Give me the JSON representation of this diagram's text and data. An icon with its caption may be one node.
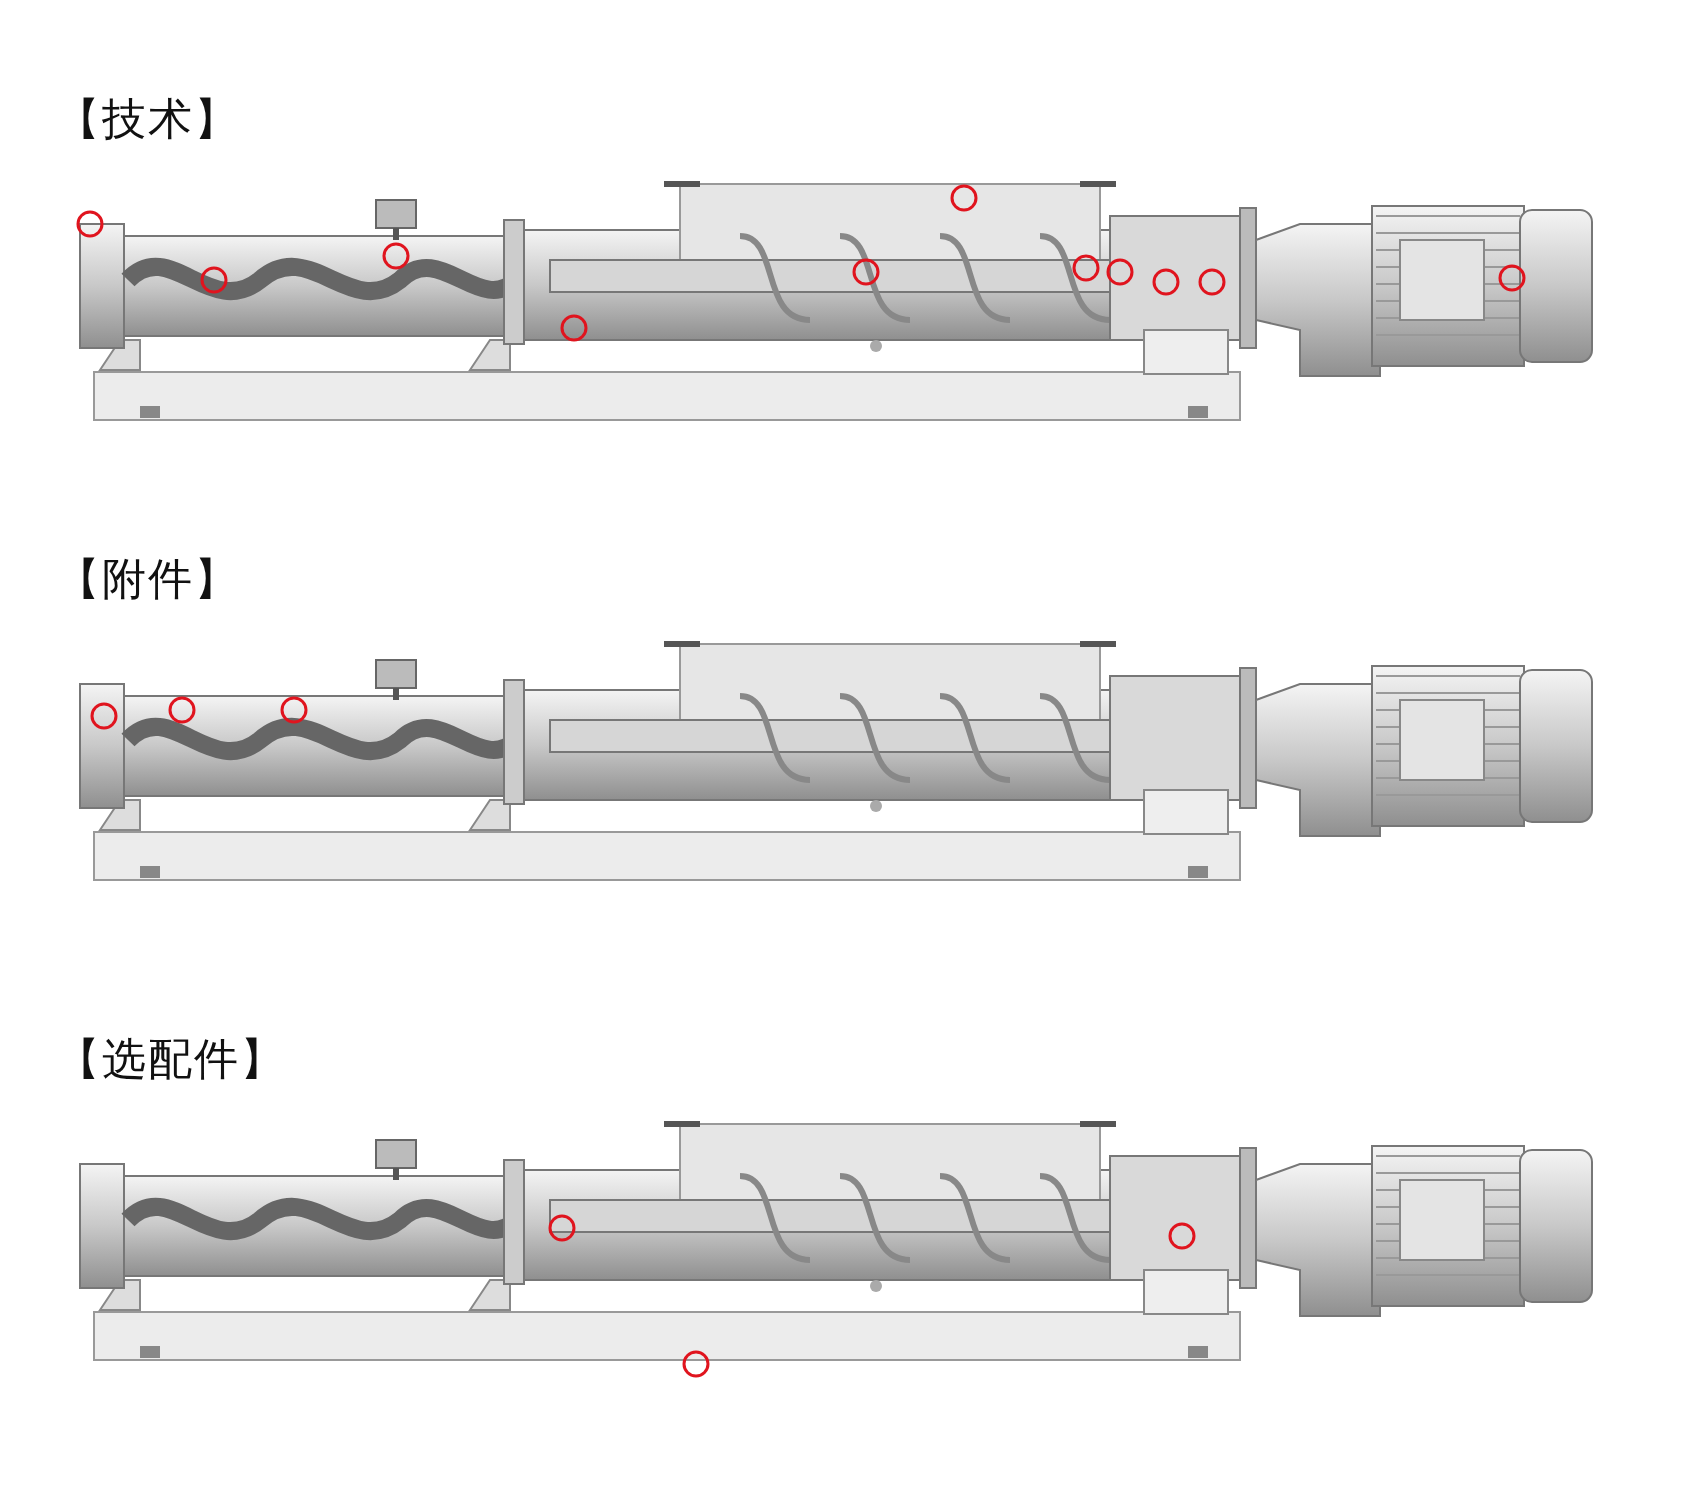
{
  "diagram": {
    "labels": [
      "【技术】",
      "【附件】",
      "【选配件】"
    ]
  }
}
